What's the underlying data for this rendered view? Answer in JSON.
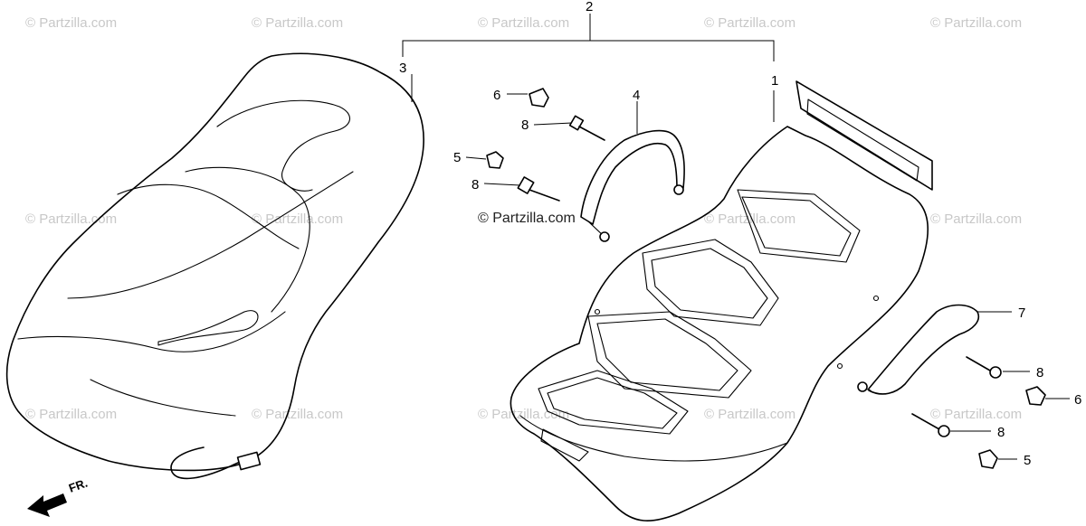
{
  "watermark": {
    "text": "© Partzilla.com",
    "center_text": "© Partzilla.com"
  },
  "callouts": {
    "c1": "1",
    "c2": "2",
    "c3": "3",
    "c4": "4",
    "c5a": "5",
    "c5b": "5",
    "c6a": "6",
    "c6b": "6",
    "c7": "7",
    "c8a": "8",
    "c8b": "8",
    "c8c": "8",
    "c8d": "8"
  },
  "direction": {
    "label": "FR."
  }
}
